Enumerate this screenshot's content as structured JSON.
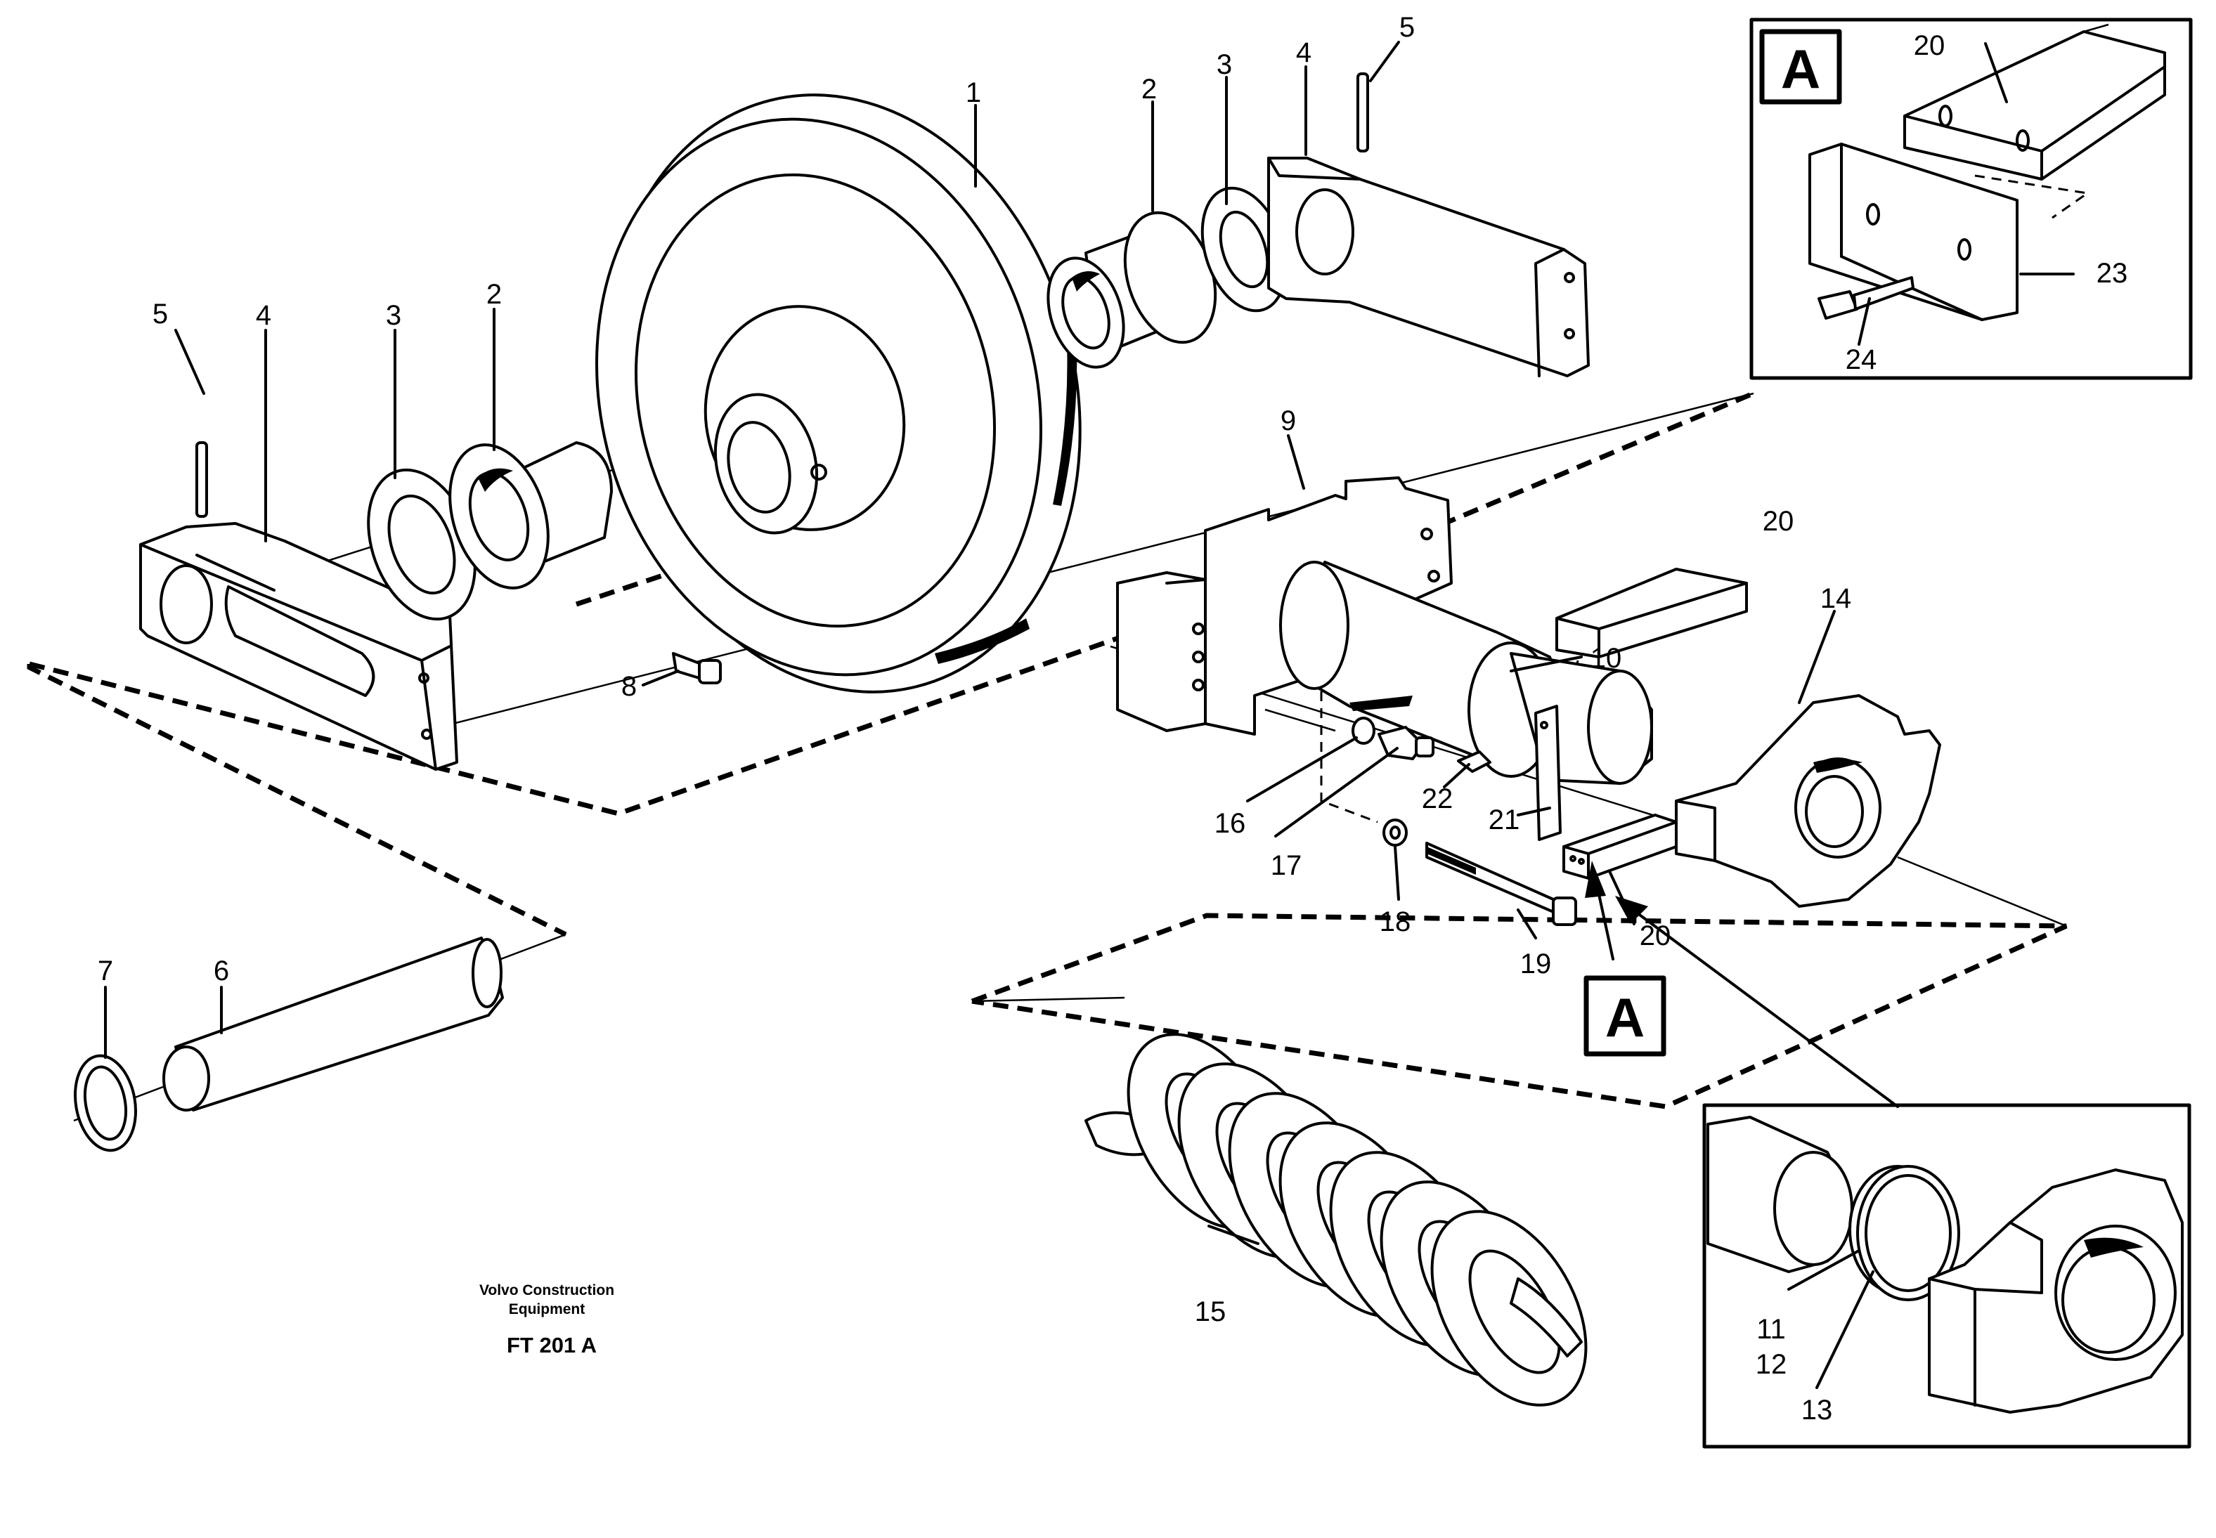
{
  "labels": {
    "l1": "1",
    "l2a": "2",
    "l2b": "2",
    "l3a": "3",
    "l3b": "3",
    "l4a": "4",
    "l4b": "4",
    "l5a": "5",
    "l5b": "5",
    "l6": "6",
    "l7": "7",
    "l8": "8",
    "l9": "9",
    "l10": "10",
    "l11": "11",
    "l12": "12",
    "l13": "13",
    "l14": "14",
    "l15": "15",
    "l16": "16",
    "l17": "17",
    "l18": "18",
    "l19": "19",
    "l20a": "20",
    "l20b": "20",
    "l20c": "20",
    "l21": "21",
    "l22": "22",
    "l23": "23",
    "l24": "24"
  },
  "detail_marker": "A",
  "detail_inset_marker": "A",
  "credit_line1": "Volvo Construction",
  "credit_line2": "Equipment",
  "drawing_code": "FT 201 A"
}
